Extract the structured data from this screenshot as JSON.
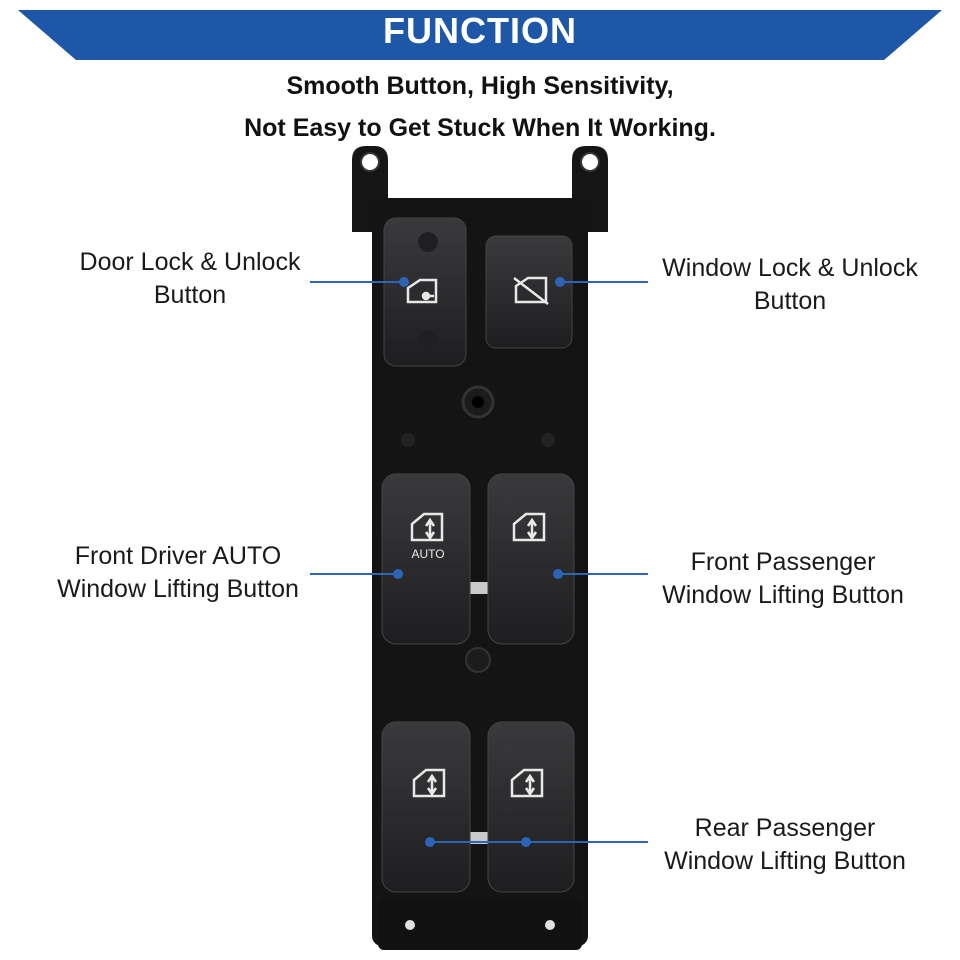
{
  "banner": {
    "title": "FUNCTION",
    "color": "#1f57a8"
  },
  "subtitle": {
    "line1": "Smooth Button, High Sensitivity,",
    "line2": "Not Easy to Get Stuck When It Working."
  },
  "product": {
    "body_color": "#141414",
    "button_color": "#2b2b2d",
    "icon_color": "#e8e8e8",
    "button_label": "AUTO"
  },
  "callouts": {
    "door_lock": {
      "line1": "Door Lock & Unlock",
      "line2": "Button"
    },
    "window_lock": {
      "line1": "Window Lock & Unlock",
      "line2": "Button"
    },
    "front_driver": {
      "line1": "Front Driver AUTO",
      "line2": "Window Lifting Button"
    },
    "front_passenger": {
      "line1": "Front Passenger",
      "line2": "Window Lifting Button"
    },
    "rear_passenger": {
      "line1": "Rear Passenger",
      "line2": "Window Lifting Button"
    }
  },
  "leader_color": "#2f63b6"
}
